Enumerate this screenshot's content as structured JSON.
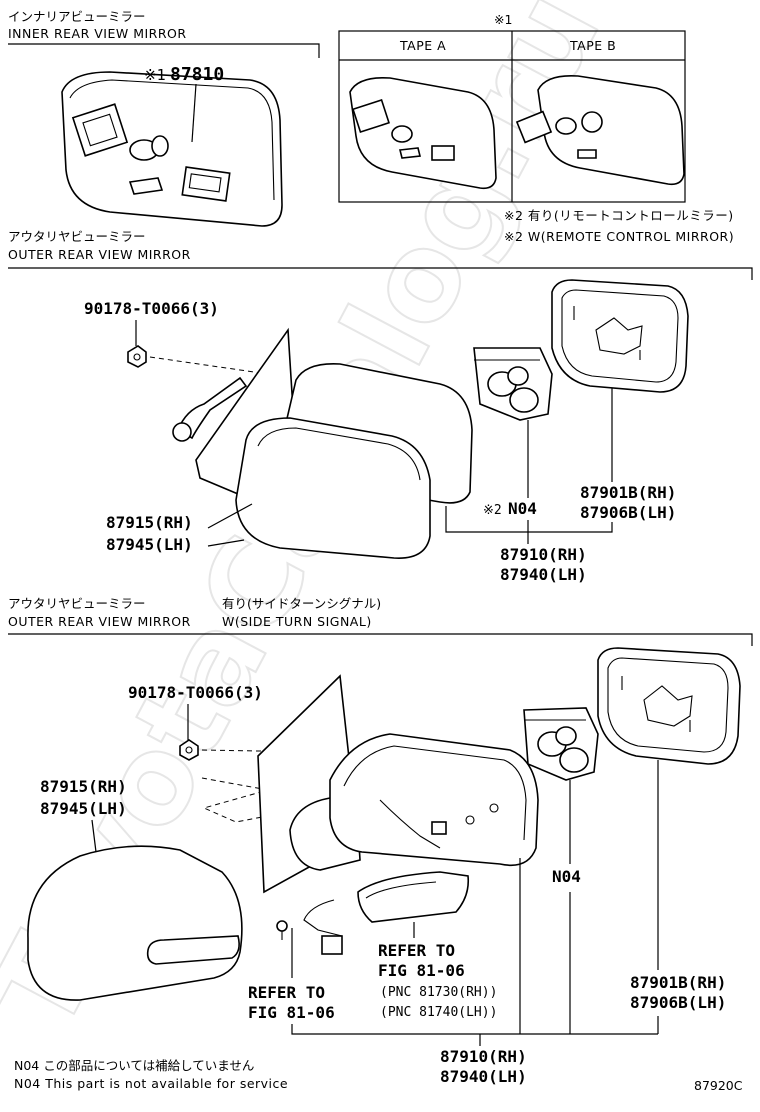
{
  "sections": {
    "inner_mirror": {
      "title_jp": "インナリアビューミラー",
      "title_en": "INNER REAR VIEW MIRROR"
    },
    "outer_mirror_1": {
      "title_jp": "アウタリヤビューミラー",
      "title_en": "OUTER REAR VIEW MIRROR"
    },
    "outer_mirror_2": {
      "title_jp": "アウタリヤビューミラー",
      "title_en": "OUTER REAR VIEW MIRROR",
      "variant_jp": "有り(サイドターンシグナル)",
      "variant_en": "W(SIDE TURN SIGNAL)"
    }
  },
  "tape_box": {
    "note_mark": "※1",
    "tape_a": "TAPE A",
    "tape_b": "TAPE B"
  },
  "notes": {
    "remote_jp": "※2 有り(リモートコントロールミラー)",
    "remote_en": "※2 W(REMOTE CONTROL MIRROR)",
    "n04_jp": "N04 この部品については補給していません",
    "n04_en": "N04 This part is not available for service"
  },
  "labels": {
    "inner_mark": "※1",
    "inner_part": "87810",
    "s1_bolt": "90178-T0066(3)",
    "s1_cover_rh": "87915(RH)",
    "s1_cover_lh": "87945(LH)",
    "s1_actuator_mark": "※2",
    "s1_actuator": "N04",
    "s1_glass_rh": "87901B(RH)",
    "s1_glass_lh": "87906B(LH)",
    "s1_assy_rh": "87910(RH)",
    "s1_assy_lh": "87940(LH)",
    "s2_bolt": "90178-T0066(3)",
    "s2_cover_rh": "87915(RH)",
    "s2_cover_lh": "87945(LH)",
    "s2_actuator": "N04",
    "s2_glass_rh": "87901B(RH)",
    "s2_glass_lh": "87906B(LH)",
    "s2_assy_rh": "87910(RH)",
    "s2_assy_lh": "87940(LH)",
    "refer1_line1": "REFER TO",
    "refer1_line2": "FIG 81-06",
    "refer2_line1": "REFER TO",
    "refer2_line2": "FIG 81-06",
    "refer2_pnc_rh": "(PNC 81730(RH))",
    "refer2_pnc_lh": "(PNC 81740(LH))"
  },
  "figure_code": "87920C",
  "watermark": "ToyotaCatalog.ru"
}
